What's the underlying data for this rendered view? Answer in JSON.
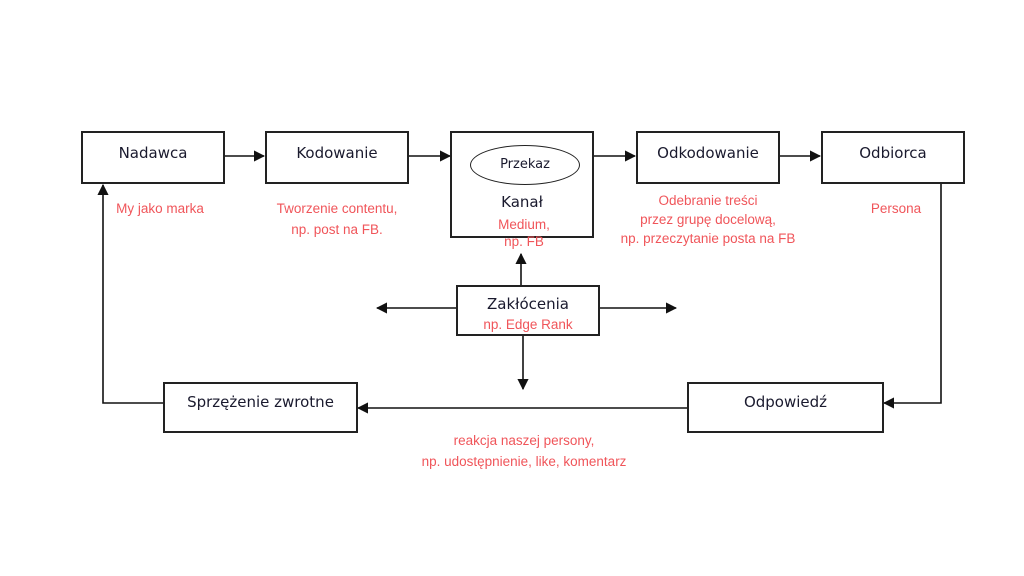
{
  "diagram": {
    "nodes": {
      "nadawca": {
        "label": "Nadawca",
        "note": "My jako marka"
      },
      "kodowanie": {
        "label": "Kodowanie",
        "note_lines": [
          "Tworzenie contentu,",
          "np. post na FB."
        ]
      },
      "kanal": {
        "label": "Kanał",
        "inner_label": "Przekaz",
        "note_lines": [
          "Medium,",
          "np. FB"
        ]
      },
      "odkodowanie": {
        "label": "Odkodowanie",
        "note_lines": [
          "Odebranie treści",
          "przez grupę docelową,",
          "np. przeczytanie posta na FB"
        ]
      },
      "odbiorca": {
        "label": "Odbiorca",
        "note": "Persona"
      },
      "zaklocenia": {
        "label": "Zakłócenia",
        "note": "np. Edge Rank"
      },
      "odpowiedz": {
        "label": "Odpowiedź"
      },
      "sprzezenie": {
        "label": "Sprzężenie zwrotne"
      }
    },
    "feedback_note_lines": [
      "reakcja naszej persony,",
      "np. udostępnienie, like, komentarz"
    ],
    "edges": [
      [
        "Nadawca",
        "Kodowanie"
      ],
      [
        "Kodowanie",
        "Kanał"
      ],
      [
        "Kanał",
        "Odkodowanie"
      ],
      [
        "Odkodowanie",
        "Odbiorca"
      ],
      [
        "Odbiorca",
        "Odpowiedź"
      ],
      [
        "Odpowiedź",
        "Sprzężenie zwrotne"
      ],
      [
        "Sprzężenie zwrotne",
        "Nadawca"
      ],
      [
        "Zakłócenia",
        "Kanał"
      ]
    ],
    "colors": {
      "line": "#111111",
      "note": "#f0555a",
      "label": "#1a1a2e"
    }
  }
}
